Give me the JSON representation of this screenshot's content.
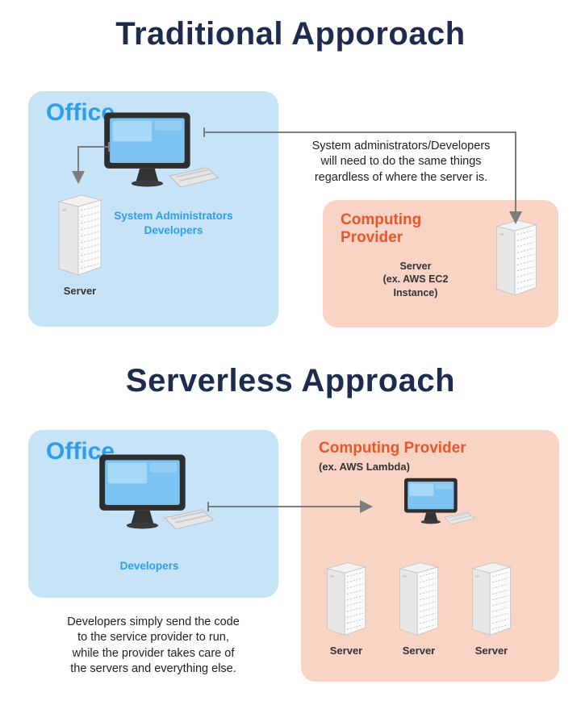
{
  "traditional": {
    "title": "Traditional Apporoach",
    "office": {
      "label": "Office",
      "roles": "System Administrators\nDevelopers",
      "server_label": "Server"
    },
    "note": "System administrators/Developers\nwill need to do the  same things\nregardless of where the server is.",
    "provider": {
      "label": "Computing\nProvider",
      "server_caption": "Server\n(ex. AWS EC2\nInstance)"
    }
  },
  "serverless": {
    "title": "Serverless Approach",
    "office": {
      "label": "Office",
      "roles": "Developers"
    },
    "note": "Developers simply send the code\nto the service provider to run,\nwhile the provider takes care of\nthe servers and everything else.",
    "provider": {
      "label": "Computing Provider",
      "sublabel": "(ex. AWS Lambda)",
      "servers": [
        "Server",
        "Server",
        "Server"
      ]
    }
  },
  "colors": {
    "title_navy": "#1d2b4e",
    "office_bg": "#c6e3f8",
    "office_accent": "#2d9df0",
    "provider_bg": "#f9d3c3",
    "provider_accent": "#e8572b",
    "arrow_gray": "#7d7d7d",
    "body_text": "#1f1f1f"
  }
}
